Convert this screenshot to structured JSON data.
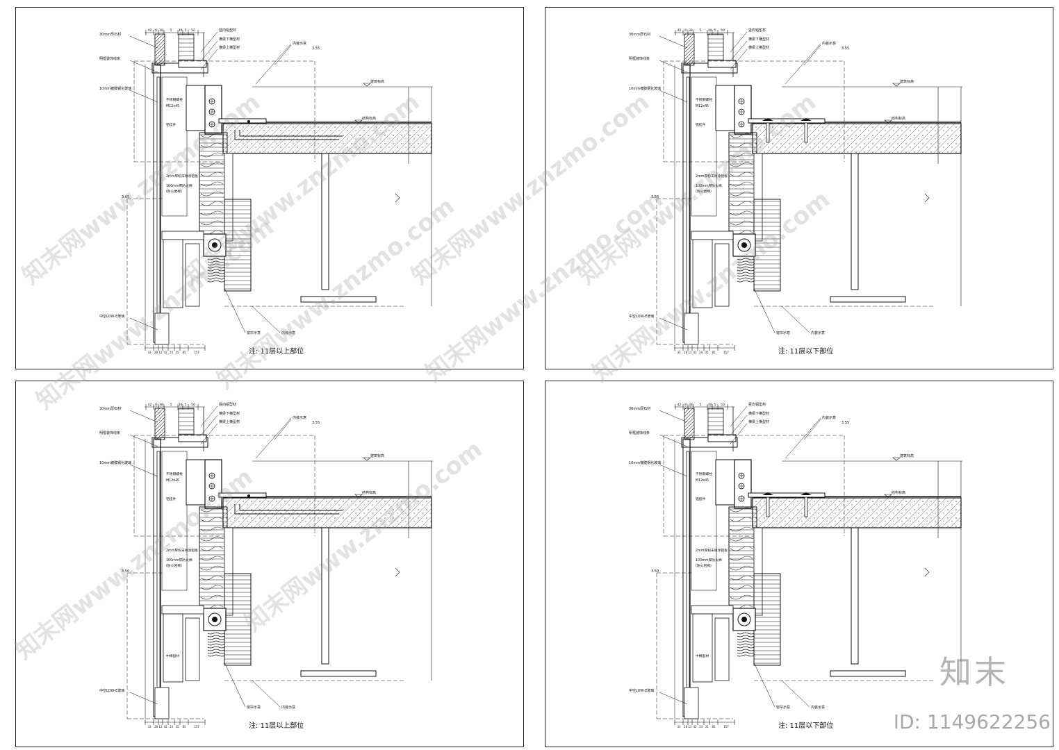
{
  "panels": [
    {
      "note": "注: 11层以上部位",
      "top_dims": [
        "42",
        "8",
        "38",
        "5",
        "30",
        "5",
        "50"
      ],
      "bottom_dims": [
        "33",
        "28",
        "12",
        "42",
        "24",
        "35",
        "85",
        "157"
      ],
      "labels_left": [
        "30mm厚石材",
        "明框装饰线条",
        "10mm镀膜钢化玻璃",
        "中空LOW-E玻璃"
      ],
      "labels_mid": [
        "不锈钢螺栓",
        "M12x45",
        "铝挂件",
        "2mm厚粉末喷涂铝板",
        "100mm厚防火棉",
        "(防火岩棉)"
      ],
      "labels_top": [
        "竖向铝型材",
        "横梁下横型材",
        "横梁上横型材",
        "内装示意"
      ],
      "labels_right": [
        "建筑标高",
        "结构标高"
      ],
      "level_a": "3.55",
      "level_b": "3.65",
      "bottom_labels": [
        "窗帘示意",
        "内装示意"
      ],
      "variant": "welded"
    },
    {
      "note": "注: 11层以下部位",
      "top_dims": [
        "42",
        "8",
        "38",
        "5",
        "30",
        "5",
        "50"
      ],
      "bottom_dims": [
        "33",
        "28",
        "12",
        "42",
        "24",
        "35",
        "85",
        "157"
      ],
      "labels_left": [
        "30mm厚石材",
        "明框装饰线条",
        "10mm镀膜钢化玻璃",
        "中空LOW-E玻璃"
      ],
      "labels_mid": [
        "不锈钢螺栓",
        "M12x45",
        "铝挂件",
        "2mm厚粉末喷涂铝板",
        "100mm厚防火棉",
        "(防火岩棉)"
      ],
      "labels_top": [
        "竖向铝型材",
        "横梁下横型材",
        "横梁上横型材",
        "内装示意"
      ],
      "labels_right": [
        "建筑标高",
        "结构标高"
      ],
      "level_a": "3.55",
      "level_b": "3.56",
      "bottom_labels": [
        "窗帘示意",
        "内装示意"
      ],
      "variant": "bolted"
    },
    {
      "note": "注: 11层以上部位",
      "top_dims": [
        "42",
        "8",
        "38",
        "5",
        "30",
        "5",
        "50"
      ],
      "bottom_dims": [
        "33",
        "28",
        "12",
        "42",
        "24",
        "35",
        "85",
        "157"
      ],
      "labels_left": [
        "30mm厚石材",
        "明框装饰线条",
        "10mm镀膜钢化玻璃",
        "中空LOW-E玻璃"
      ],
      "labels_mid": [
        "不锈钢螺栓",
        "M12x45",
        "铝挂件",
        "2mm厚粉末喷涂铝板",
        "100mm厚防火棉",
        "(防火岩棉)",
        "中横型材"
      ],
      "labels_top": [
        "竖向铝型材",
        "横梁下横型材",
        "横梁上横型材",
        "内装示意"
      ],
      "labels_right": [
        "建筑标高",
        "结构标高"
      ],
      "level_a": "3.55",
      "level_b": "3.50",
      "bottom_labels": [
        "窗帘示意",
        "内装示意"
      ],
      "variant": "welded"
    },
    {
      "note": "注: 11层以下部位",
      "top_dims": [
        "42",
        "8",
        "38",
        "5",
        "30",
        "5",
        "50"
      ],
      "bottom_dims": [
        "33",
        "28",
        "12",
        "42",
        "24",
        "35",
        "85",
        "157"
      ],
      "labels_left": [
        "30mm厚石材",
        "明框装饰线条",
        "10mm镀膜钢化玻璃",
        "中空LOW-E玻璃"
      ],
      "labels_mid": [
        "不锈钢螺栓",
        "M12x45",
        "铝挂件",
        "2mm厚粉末喷涂铝板",
        "100mm厚防火棉",
        "(防火岩棉)",
        "中横型材"
      ],
      "labels_top": [
        "竖向铝型材",
        "横梁下横型材",
        "横梁上横型材",
        "内装示意"
      ],
      "labels_right": [
        "建筑标高",
        "结构标高"
      ],
      "level_a": "3.55",
      "level_b": "3.50",
      "bottom_labels": [
        "窗帘示意",
        "内装示意"
      ],
      "variant": "bolted"
    }
  ],
  "watermark": {
    "text": "知末网www.znzmo.com"
  },
  "brand": "知末",
  "image_id": "ID: 1149622256"
}
